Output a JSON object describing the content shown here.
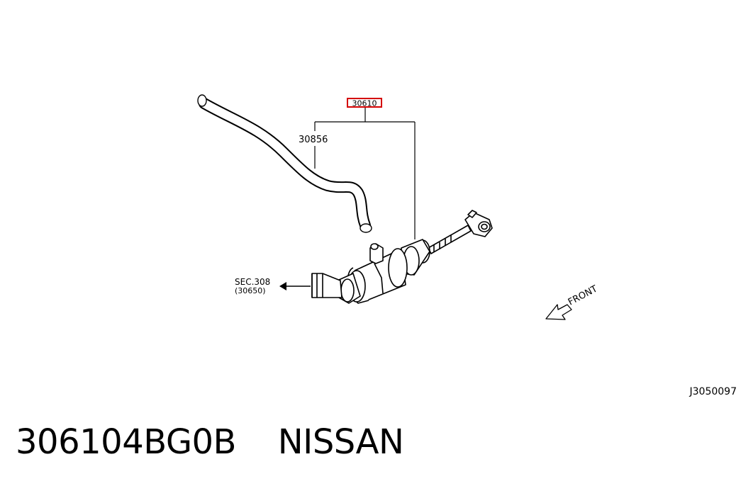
{
  "diagram": {
    "callouts": {
      "part_highlighted": "30610",
      "hose": "30856",
      "section_ref": "SEC.308",
      "section_sub": "(30650)",
      "front": "FRONT",
      "figure_code": "J3050097"
    },
    "colors": {
      "highlight": "#d40000",
      "line": "#000000"
    }
  },
  "caption": {
    "part_number": "306104BG0B",
    "brand": "NISSAN"
  }
}
